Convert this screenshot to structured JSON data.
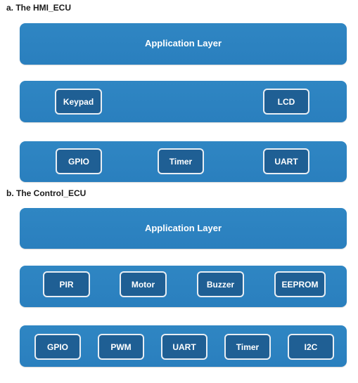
{
  "hmi": {
    "title": "a.  The HMI_ECU",
    "application_layer": "Application Layer",
    "hal": [
      "Keypad",
      "LCD"
    ],
    "mcal": [
      "GPIO",
      "Timer",
      "UART"
    ]
  },
  "control": {
    "title": "b.  The Control_ECU",
    "application_layer": "Application Layer",
    "hal": [
      "PIR",
      "Motor",
      "Buzzer",
      "EEPROM"
    ],
    "mcal": [
      "GPIO",
      "PWM",
      "UART",
      "Timer",
      "I2C"
    ]
  },
  "colors": {
    "layer": "#2a7fbe",
    "module": "#1f5f94",
    "module_border": "#e8eef4",
    "text": "#ffffff"
  }
}
